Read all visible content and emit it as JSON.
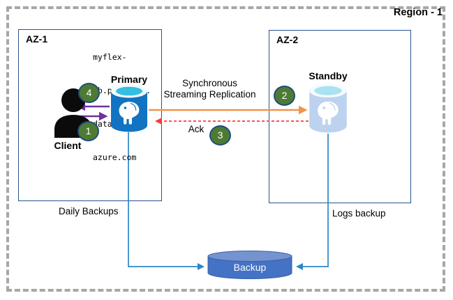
{
  "region": {
    "label": "Region - 1"
  },
  "az1": {
    "label": "AZ-1"
  },
  "az2": {
    "label": "AZ-2"
  },
  "client": {
    "label": "Client"
  },
  "primary": {
    "label": "Primary",
    "hostname": [
      "myflex-",
      "db.postgres.",
      "database.",
      "azure.com"
    ]
  },
  "standby": {
    "label": "Standby"
  },
  "replication": {
    "label_line1": "Synchronous",
    "label_line2": "Streaming Replication",
    "ack": "Ack"
  },
  "steps": {
    "one": "1",
    "two": "2",
    "three": "3",
    "four": "4"
  },
  "backup": {
    "label": "Backup",
    "daily": "Daily Backups",
    "logs": "Logs backup"
  },
  "colors": {
    "region_border": "#A7A7A7",
    "az_border": "#27538E",
    "primary_cylinder": "#1173C2",
    "standby_cylinder": "#BCD2EE",
    "cylinder_top_cyan": "#35BEE0",
    "backup_cylinder": "#4472C4",
    "badge_fill": "#4E7B34",
    "badge_border": "#1F4E79",
    "arrow_purple": "#7030A0",
    "arrow_orange": "#F0954F",
    "arrow_red": "#FF3A33",
    "arrow_blue": "#2E86C8"
  }
}
